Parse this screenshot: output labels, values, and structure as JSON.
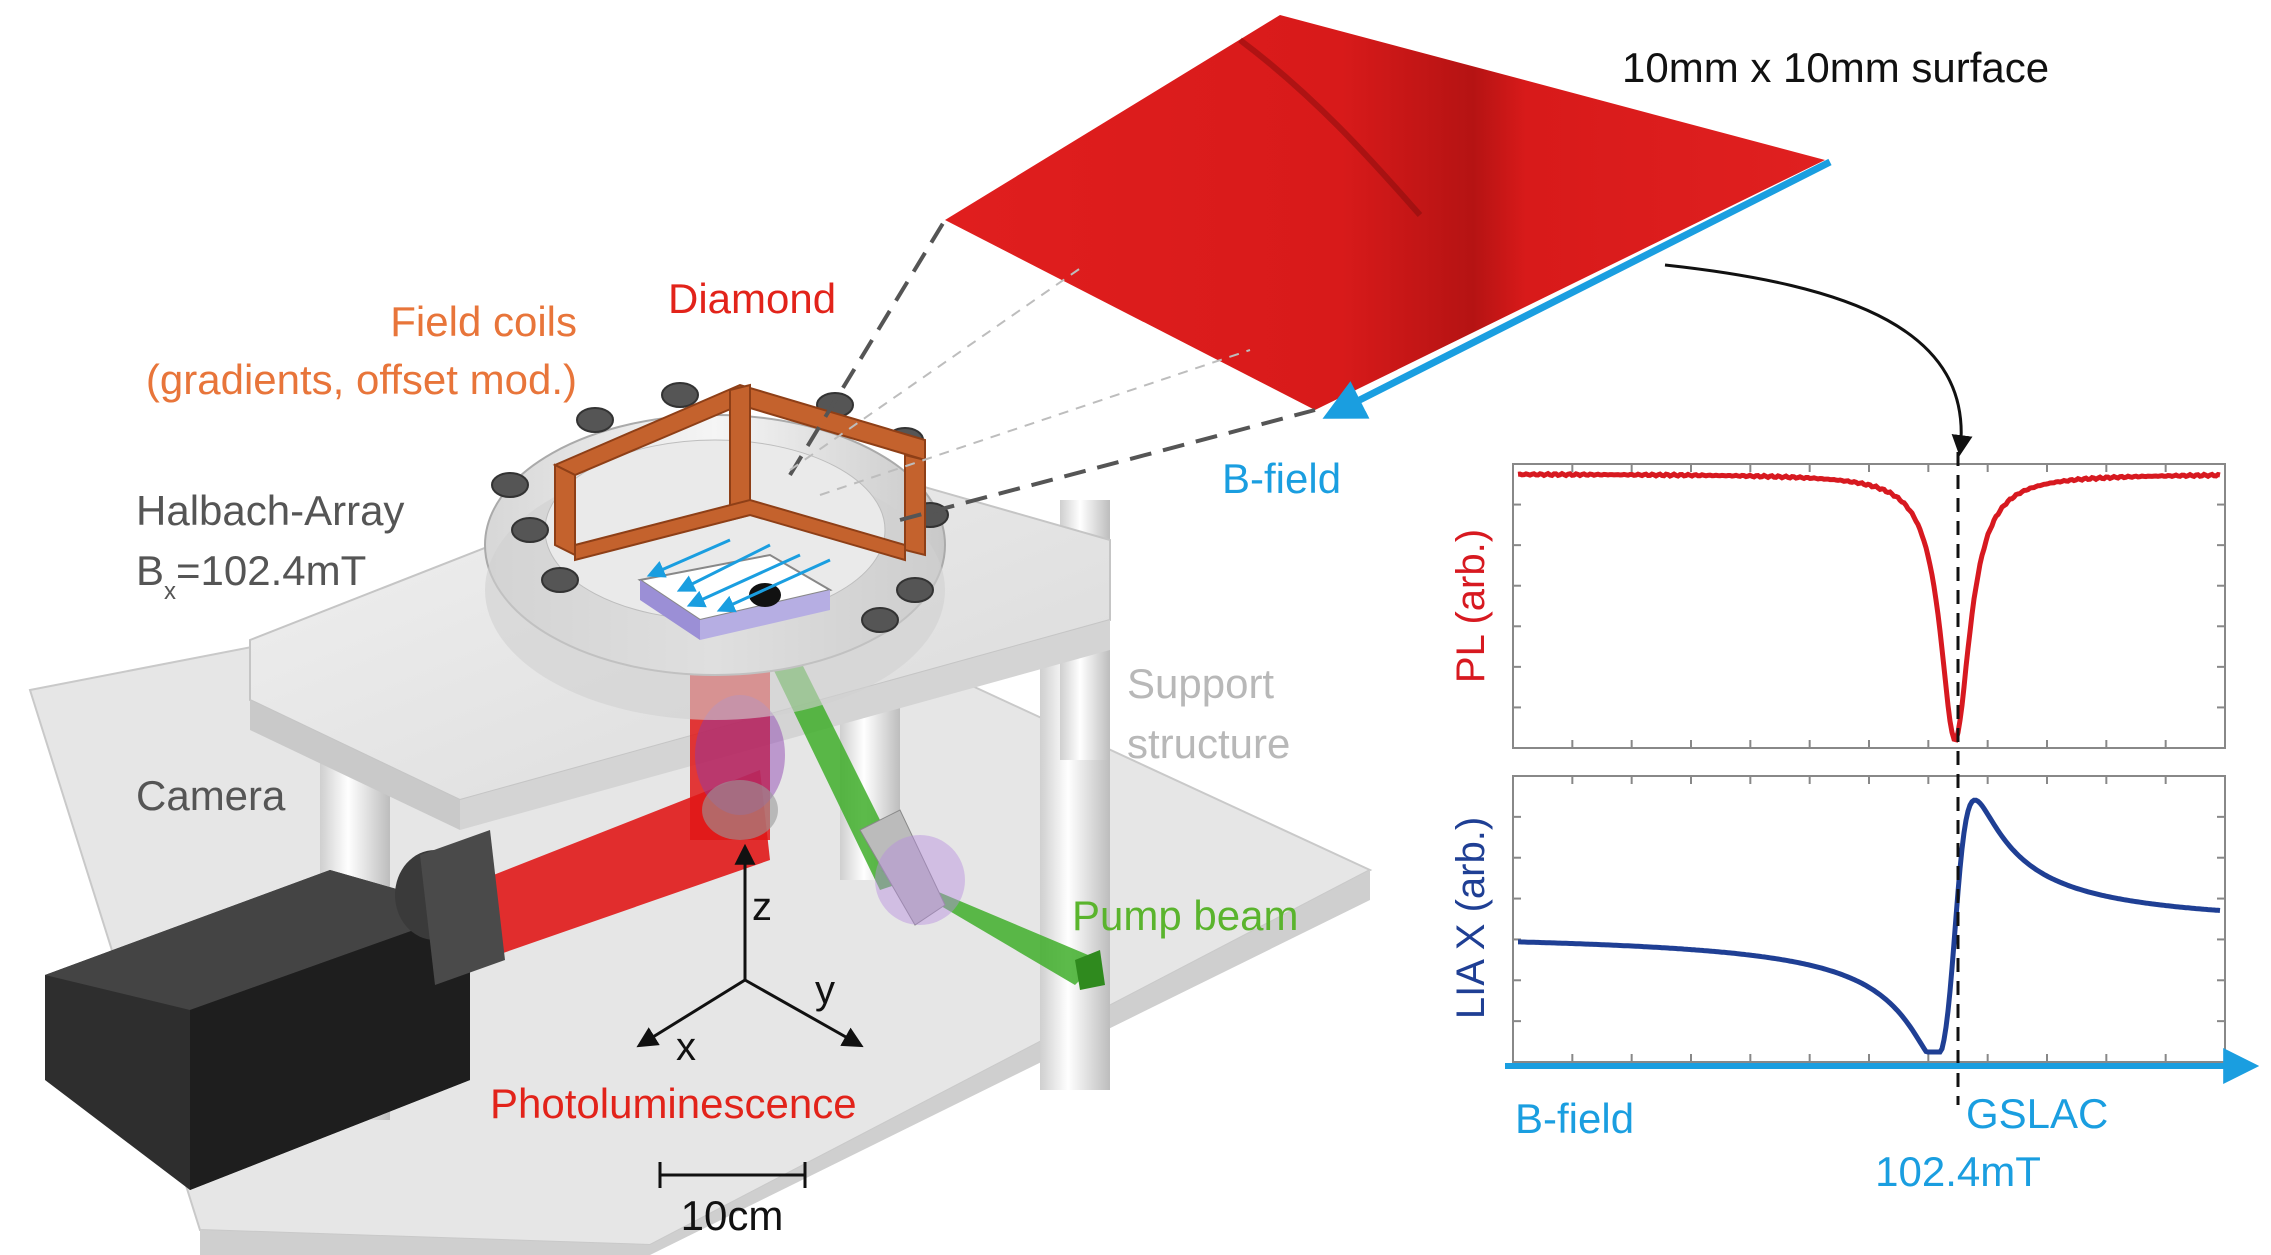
{
  "labels": {
    "surface": "10mm x 10mm surface",
    "diamond": "Diamond",
    "field_coils_1": "Field coils",
    "field_coils_2": "(gradients, offset mod.)",
    "halbach_1": "Halbach-Array",
    "halbach_b": "B",
    "halbach_sub": "x",
    "halbach_val": "=102.4mT",
    "bfield_top": "B-field",
    "support_1": "Support",
    "support_2": "structure",
    "camera": "Camera",
    "pump": "Pump beam",
    "photolum": "Photoluminescence",
    "scale": "10cm",
    "axis_x": "x",
    "axis_y": "y",
    "axis_z": "z"
  },
  "plot": {
    "pl_label": "PL (arb.)",
    "lia_label": "LIA X (arb.)",
    "bfield_axis": "B-field",
    "gslac": "GSLAC",
    "gslac_value": "102.4mT"
  },
  "colors": {
    "red_text": "#e2231a",
    "orange_text": "#e8753a",
    "blue": "#1a9ee0",
    "green": "#5ab42d",
    "gray_text": "#555555",
    "light_gray_text": "#b8b8b8",
    "pl_curve": "#d71920",
    "lia_curve": "#1f3f94"
  }
}
